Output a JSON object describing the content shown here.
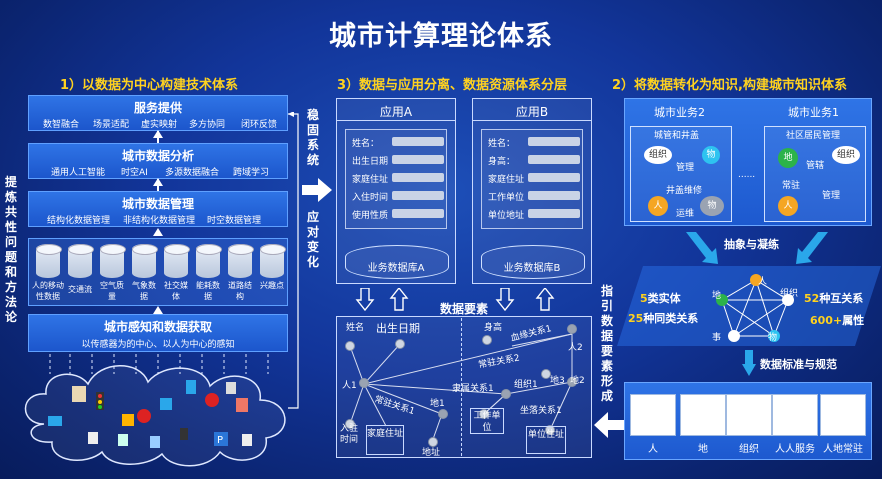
{
  "title": "城市计算理论体系",
  "left": {
    "heading": "1）以数据为中心构建技术体系",
    "side_label": "提炼共性问题和方法论",
    "layers": {
      "service": {
        "title": "服务提供",
        "items": [
          "数智融合",
          "场景适配",
          "虚实映射",
          "多方协同",
          "闭环反馈"
        ]
      },
      "analysis": {
        "title": "城市数据分析",
        "items": [
          "通用人工智能",
          "时空AI",
          "多源数据融合",
          "跨域学习"
        ]
      },
      "management": {
        "title": "城市数据管理",
        "items": [
          "结构化数据管理",
          "非结构化数据管理",
          "时空数据管理"
        ]
      },
      "sensing": {
        "title": "城市感知和数据获取",
        "subtitle": "以传感器为的中心、以人为中心的感知"
      }
    },
    "datasets": [
      "人的移动性数据",
      "交通流",
      "空气质量",
      "气象数据",
      "社交媒体",
      "能耗数据",
      "道路结构",
      "兴趣点"
    ]
  },
  "mid_arrow": {
    "top": "稳固系统",
    "bottom": "应对变化"
  },
  "middle": {
    "heading": "3）数据与应用分离、数据资源体系分层",
    "app_a": {
      "title": "应用A",
      "fields": [
        "姓名：",
        "出生日期",
        "家庭住址",
        "入住时间",
        "使用性质"
      ],
      "db": "业务数据库A"
    },
    "app_b": {
      "title": "应用B",
      "fields": [
        "姓名：",
        "身高：",
        "家庭住址",
        "工作单位",
        "单位地址"
      ],
      "db": "业务数据库B"
    },
    "elements": {
      "title": "数据要素",
      "labels": [
        "姓名",
        "出生日期",
        "人1",
        "入驻时间",
        "家庭住址",
        "常驻关系1",
        "地1",
        "地址",
        "身高",
        "血缘关系1",
        "人2",
        "常驻关系2",
        "隶属关系1",
        "组织1",
        "地3",
        "地2",
        "工作单位",
        "坐落关系1",
        "单位住址"
      ]
    },
    "guide": "指引数据要素形成"
  },
  "right": {
    "heading": "2）将数据转化为知识,构建城市知识体系",
    "biz2": {
      "title": "城市业务2",
      "sub": "城管和井盖",
      "a": "组织",
      "b": "物",
      "rel1": "管理",
      "rel2": "井盖维修",
      "c": "人",
      "d": "物",
      "rel3": "运维"
    },
    "ellipsis": "......",
    "biz1": {
      "title": "城市业务1",
      "sub": "社区居民管理",
      "a": "地",
      "b": "组织",
      "rel1": "管辖",
      "rel2": "常驻",
      "c": "人",
      "rel3": "管理"
    },
    "abstract": "抽象与凝练",
    "graph": {
      "entities_num": "5",
      "entities": "类实体",
      "same_num": "25",
      "same": "种同类关系",
      "rel_num": "52",
      "rel": "种互关系",
      "attr_num": "600+",
      "attr": "属性",
      "nodes": [
        "人",
        "地",
        "组织",
        "物",
        "事"
      ]
    },
    "standards": "数据标准与规范",
    "tables": [
      "人",
      "地",
      "组织",
      "人人服务",
      "人地常驻"
    ]
  },
  "colors": {
    "accent": "#ffd21f",
    "layer": "#2466d8",
    "orange": "#f5a623",
    "green": "#2cb34a",
    "cyan": "#2ec3f0",
    "gray": "#9aa3b2"
  }
}
